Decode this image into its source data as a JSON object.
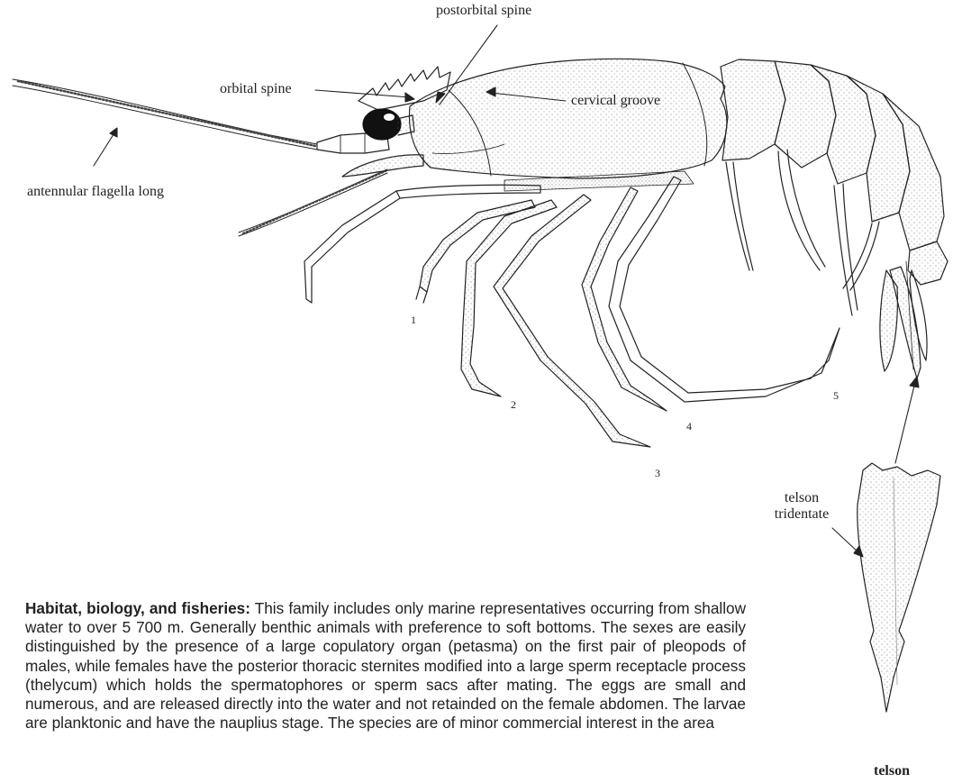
{
  "labels": {
    "postorbital_spine": "postorbital spine",
    "orbital_spine": "orbital spine",
    "cervical_groove": "cervical groove",
    "antennular_flagella": "antennular flagella long",
    "telson_tridentate_line1": "telson",
    "telson_tridentate_line2": "tridentate",
    "telson_caption": "telson"
  },
  "leg_numbers": [
    "1",
    "2",
    "3",
    "4",
    "5"
  ],
  "paragraph": {
    "heading": "Habitat, biology, and fisheries:",
    "body": " This family includes only marine representatives occurring from shallow water to over 5 700 m. Generally benthic animals with preference to soft bottoms. The sexes are easily distinguished by the presence of a large copulatory organ (petasma) on the first pair of pleopods of males, while females have the posterior thoracic sternites modified into a large sperm receptacle process (thelycum) which holds the spermatophores or sperm sacs after mating. The eggs are small and numerous, and are released directly into the water and not retainded on the female abdomen. The larvae are planktonic and have the nauplius stage. The species are of minor commercial interest in the area"
  },
  "colors": {
    "ink": "#222222",
    "stipple": "#555555",
    "paper": "#ffffff"
  }
}
